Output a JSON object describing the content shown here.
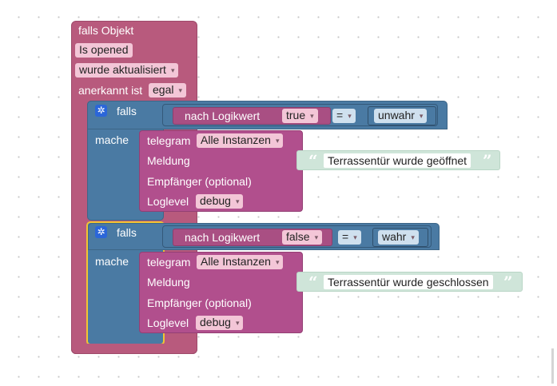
{
  "event_block": {
    "title": "falls Objekt",
    "object_name": "Is opened",
    "trigger": "wurde aktualisiert",
    "ack_label": "anerkannt ist",
    "ack_value": "egal"
  },
  "if_blocks": [
    {
      "falls_label": "falls",
      "mache_label": "mache",
      "condition": {
        "convert_label": "nach Logikwert",
        "left_value": "true",
        "operator": "=",
        "right_value": "unwahr"
      },
      "telegram": {
        "label": "telegram",
        "instance": "Alle Instanzen",
        "message_label": "Meldung",
        "message_text": "Terrassentür wurde geöffnet",
        "recipient_label": "Empfänger (optional)",
        "loglevel_label": "Loglevel",
        "loglevel_value": "debug"
      }
    },
    {
      "falls_label": "falls",
      "mache_label": "mache",
      "condition": {
        "convert_label": "nach Logikwert",
        "left_value": "false",
        "operator": "=",
        "right_value": "wahr"
      },
      "telegram": {
        "label": "telegram",
        "instance": "Alle Instanzen",
        "message_label": "Meldung",
        "message_text": "Terrassentür wurde geschlossen",
        "recipient_label": "Empfänger (optional)",
        "loglevel_label": "Loglevel",
        "loglevel_value": "debug"
      }
    }
  ],
  "icons": {
    "gear": "gear-icon",
    "quote": "quote-icon"
  },
  "colors": {
    "event": "#b85a7d",
    "logic": "#4a7aa3",
    "telegram": "#b14f8d",
    "text": "#cfe5d9",
    "highlight": "#f2c532"
  }
}
